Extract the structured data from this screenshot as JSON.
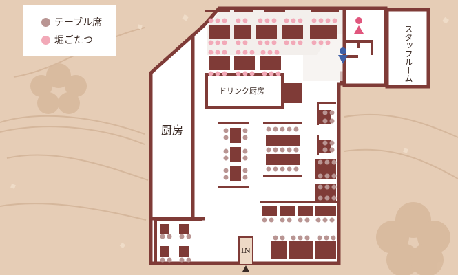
{
  "legend": {
    "table_seat": {
      "label": "テーブル席",
      "color": "#b99593"
    },
    "horigotatsu_seat": {
      "label": "堀ごたつ",
      "color": "#f2a9b8"
    }
  },
  "rooms": {
    "kitchen": "厨房",
    "drink_kitchen": "ドリンク厨房",
    "staff_room": "スタッフルーム",
    "entrance": "IN"
  },
  "colors": {
    "wall": "#7f3b37",
    "floor": "#ffffff",
    "table": "#7f3b37",
    "restroom_female": "#e0567d",
    "restroom_male": "#3f5fa6",
    "background": "#e6cdb6"
  },
  "icons": [
    "restroom-female-icon",
    "restroom-male-icon",
    "entrance-arrow-icon",
    "sakura-flower-icon"
  ]
}
